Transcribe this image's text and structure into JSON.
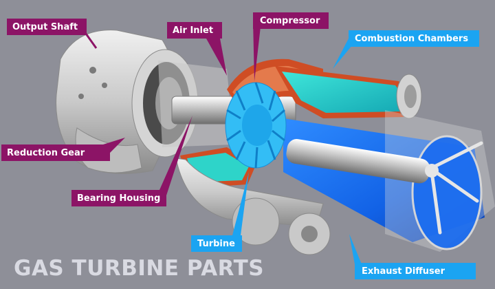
{
  "title": "GAS TURBINE PARTS",
  "labels": {
    "output_shaft": "Output Shaft",
    "air_inlet": "Air Inlet",
    "compressor": "Compressor",
    "combustion_chambers": "Combustion Chambers",
    "reduction_gear": "Reduction Gear",
    "bearing_housing": "Bearing Housing",
    "turbine": "Turbine",
    "exhaust_diffuser": "Exhaust Diffuser"
  },
  "colors": {
    "background": "#8e8f98",
    "label_magenta": "#8c1466",
    "label_blue": "#1ba4f2",
    "casing_gray": "#d8d8d8",
    "casing_red": "#cf4d24",
    "combustor_cyan": "#27d6cc",
    "exhaust_blue": "#1c6df0",
    "turbine_blue": "#33bdf5"
  }
}
